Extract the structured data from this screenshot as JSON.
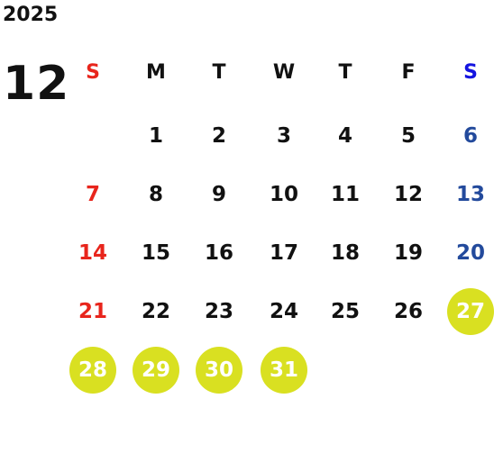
{
  "calendar": {
    "year": "2025",
    "month": "12",
    "weekdays": [
      "S",
      "M",
      "T",
      "W",
      "T",
      "F",
      "S"
    ],
    "first_weekday_index": 1,
    "days": [
      "1",
      "2",
      "3",
      "4",
      "5",
      "6",
      "7",
      "8",
      "9",
      "10",
      "11",
      "12",
      "13",
      "14",
      "15",
      "16",
      "17",
      "18",
      "19",
      "20",
      "21",
      "22",
      "23",
      "24",
      "25",
      "26",
      "27",
      "28",
      "29",
      "30",
      "31"
    ],
    "highlighted_days": [
      "27",
      "28",
      "29",
      "30",
      "31"
    ]
  },
  "colors": {
    "text": "#111111",
    "sunday_header": "#e8251c",
    "saturday_header": "#1414e0",
    "sunday": "#e8251c",
    "saturday": "#234a9c",
    "highlight_fill": "#d9e021",
    "highlight_text": "#ffffff"
  }
}
